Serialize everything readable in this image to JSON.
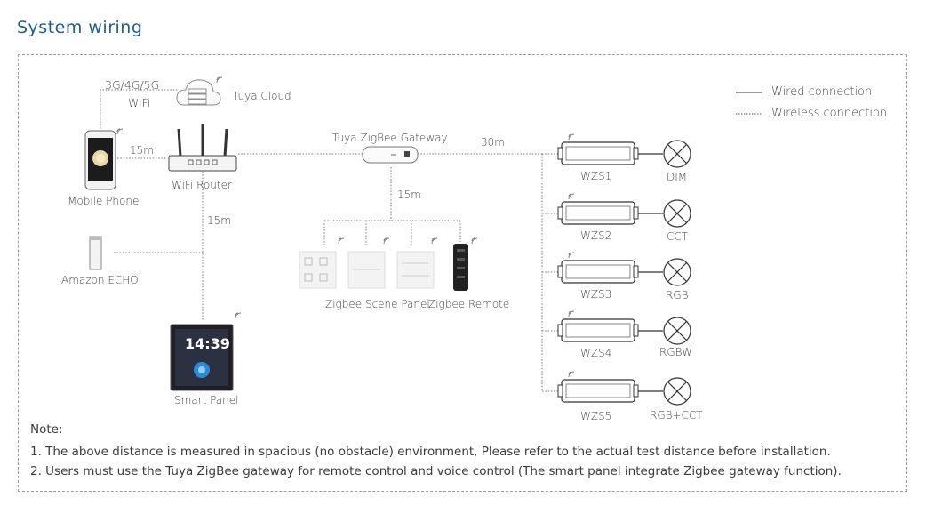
{
  "title": "System wiring",
  "legend": {
    "wired": "Wired connection",
    "wireless": "Wireless connection"
  },
  "labels": {
    "network": "3G/4G/5G",
    "wifi": "WiFi",
    "cloud": "Tuya Cloud",
    "phone": "Mobile Phone",
    "router": "WiFi Router",
    "echo": "Amazon ECHO",
    "smart_panel": "Smart Panel",
    "gateway": "Tuya ZigBee Gateway",
    "scene_panel": "Zigbee Scene Panel",
    "remote": "Zigbee Remote",
    "clock": "14:39",
    "d_phone_router": "15m",
    "d_router_panel": "15m",
    "d_gateway_scene": "15m",
    "d_gateway_controllers": "30m"
  },
  "controllers": [
    {
      "name": "WZS1",
      "mode": "DIM"
    },
    {
      "name": "WZS2",
      "mode": "CCT"
    },
    {
      "name": "WZS3",
      "mode": "RGB"
    },
    {
      "name": "WZS4",
      "mode": "RGBW"
    },
    {
      "name": "WZS5",
      "mode": "RGB+CCT"
    }
  ],
  "notes": {
    "heading": "Note:",
    "items": [
      "1. The above distance is measured in spacious (no obstacle) environment, Please refer to the actual test distance before installation.",
      "2. Users must use the Tuya ZigBee gateway for remote control and voice control (The smart panel integrate Zigbee gateway function)."
    ]
  }
}
